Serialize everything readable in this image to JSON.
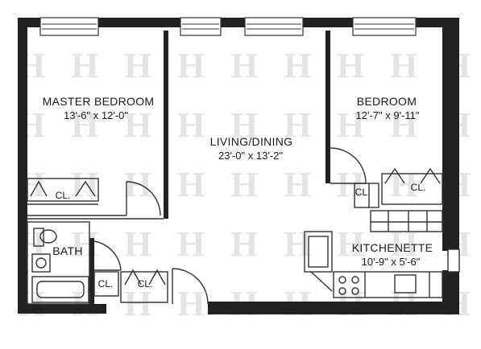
{
  "rooms": {
    "master_bedroom": {
      "name": "MASTER BEDROOM",
      "dims": "13'-6\" x 12'-0\""
    },
    "living_dining": {
      "name": "LIVING/DINING",
      "dims": "23'-0\" x 13'-2\""
    },
    "bedroom": {
      "name": "BEDROOM",
      "dims": "12'-7\" x 9'-11\""
    },
    "kitchenette": {
      "name": "KITCHENETTE",
      "dims": "10'-9\" x 5'-6\""
    },
    "bath": {
      "name": "BATH"
    }
  },
  "closets": {
    "master": "CL.",
    "bedroom_main": "CL.",
    "bedroom_small": "CL.",
    "hall_small": "CL.",
    "hall_main": "CL."
  },
  "watermark": {
    "glyph": "H"
  },
  "colors": {
    "wall": "#222222",
    "line": "#333333",
    "watermark": "#e4e4e4"
  }
}
